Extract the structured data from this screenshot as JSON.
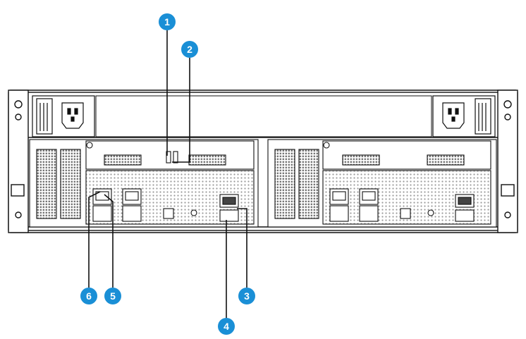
{
  "diagram": {
    "callouts": [
      {
        "id": "1",
        "label": "1"
      },
      {
        "id": "2",
        "label": "2"
      },
      {
        "id": "3",
        "label": "3"
      },
      {
        "id": "4",
        "label": "4"
      },
      {
        "id": "5",
        "label": "5"
      },
      {
        "id": "6",
        "label": "6"
      }
    ]
  },
  "colors": {
    "callout": "#1a8fd6",
    "line": "#111111",
    "chassis_fill": "#ffffff",
    "grille": "#c9c9c9"
  }
}
